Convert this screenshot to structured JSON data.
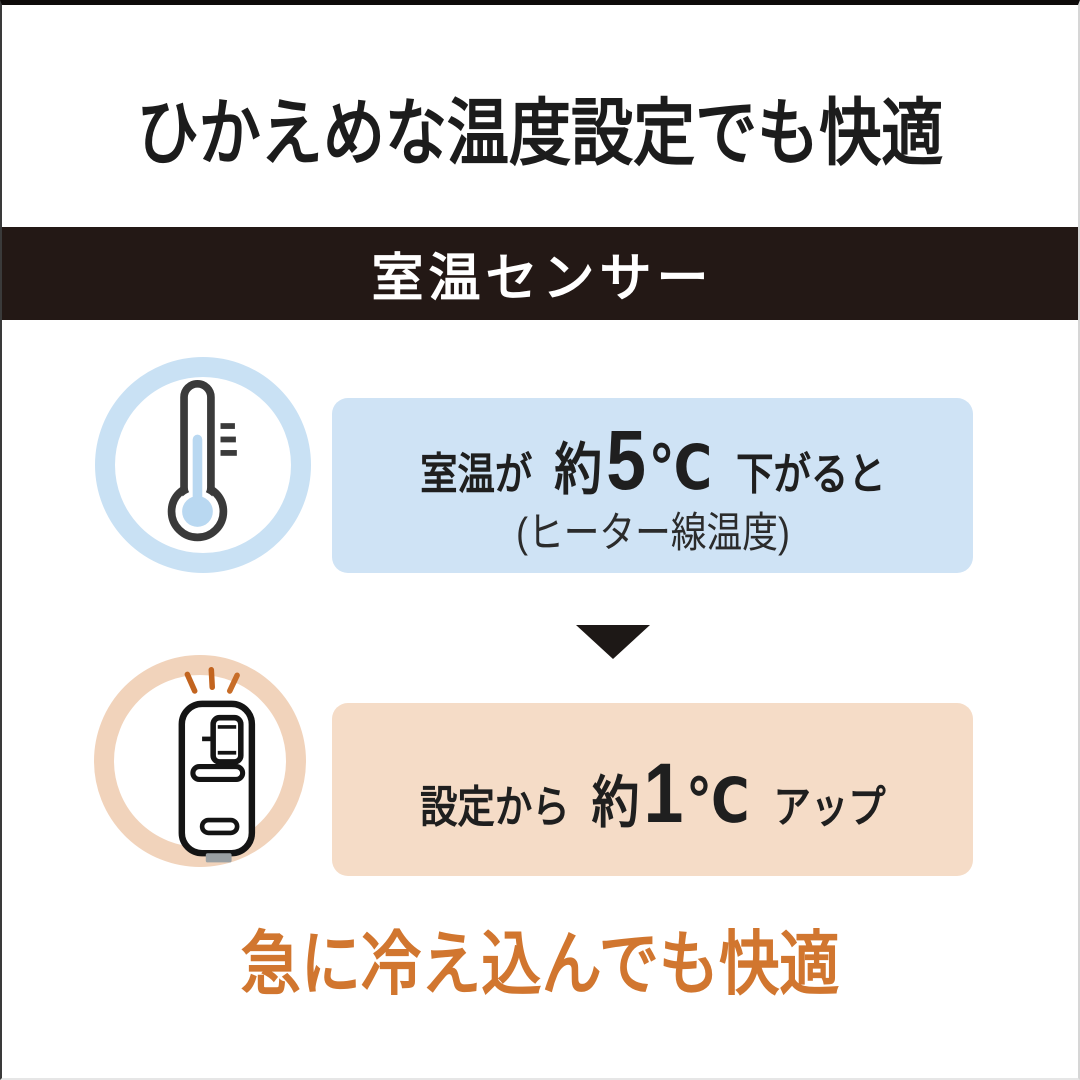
{
  "header": {
    "title": "ひかえめな温度設定でも快適",
    "banner": "室温センサー"
  },
  "cause": {
    "lead": "室温が",
    "approx": "約",
    "value": "5",
    "unit": "℃",
    "tail": "下がると",
    "note": "(ヒーター線温度)",
    "icon": "thermometer-icon"
  },
  "arrow": {
    "icon": "arrow-down-icon"
  },
  "effect": {
    "lead": "設定から",
    "approx": "約",
    "value": "1",
    "unit": "℃",
    "tail": "アップ",
    "icon": "heater-controller-icon"
  },
  "footer": {
    "message": "急に冷え込んでも快適"
  },
  "colors": {
    "banner_bg": "#231815",
    "cause_panel": "#cfe3f5",
    "cause_ring": "#c9e1f4",
    "effect_panel": "#f5dcc7",
    "effect_ring": "#f1d3bb",
    "accent_orange": "#d1762f",
    "text_black": "#1c1c1c",
    "thermo_liquid": "#b9d8f1"
  }
}
